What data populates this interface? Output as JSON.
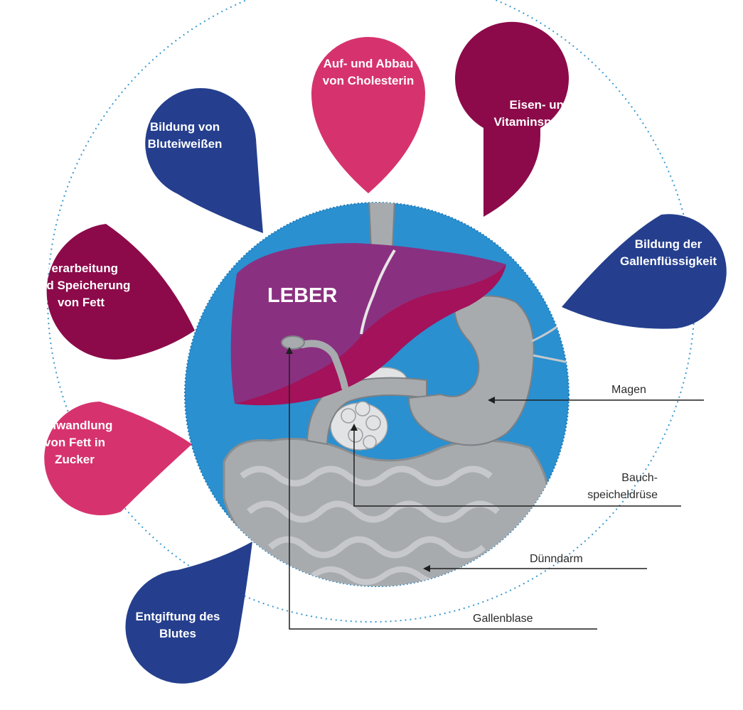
{
  "center_label": "LEBER",
  "functions": [
    {
      "lines": [
        "Auf- und Abbau",
        "von Cholesterin"
      ],
      "color": "#d6336e"
    },
    {
      "lines": [
        "Eisen- und",
        "Vitaminspeicher"
      ],
      "color": "#8c0a4a"
    },
    {
      "lines": [
        "Bildung der",
        "Gallenflüssigkeit"
      ],
      "color": "#253f8e"
    },
    {
      "lines": [
        "Bildung von",
        "Bluteiweißen"
      ],
      "color": "#253f8e"
    },
    {
      "lines": [
        "Verarbeitung",
        "und Speicherung",
        "von Fett"
      ],
      "color": "#8c0a4a"
    },
    {
      "lines": [
        "Umwandlung",
        "von Fett in",
        "Zucker"
      ],
      "color": "#d6336e"
    },
    {
      "lines": [
        "Entgiftung des",
        "Blutes"
      ],
      "color": "#253f8e"
    }
  ],
  "organs": [
    {
      "lines": [
        "Magen"
      ]
    },
    {
      "lines": [
        "Bauch-",
        "speicheldrüse"
      ]
    },
    {
      "lines": [
        "Dünndarm"
      ]
    },
    {
      "lines": [
        "Gallenblase"
      ]
    }
  ],
  "colors": {
    "circle_blue": "#2a90d0",
    "liver": "#8a3080",
    "liver_dark": "#a3125a",
    "organ_gray": "#a8abae",
    "dotted_ring": "#3a9ad0"
  }
}
